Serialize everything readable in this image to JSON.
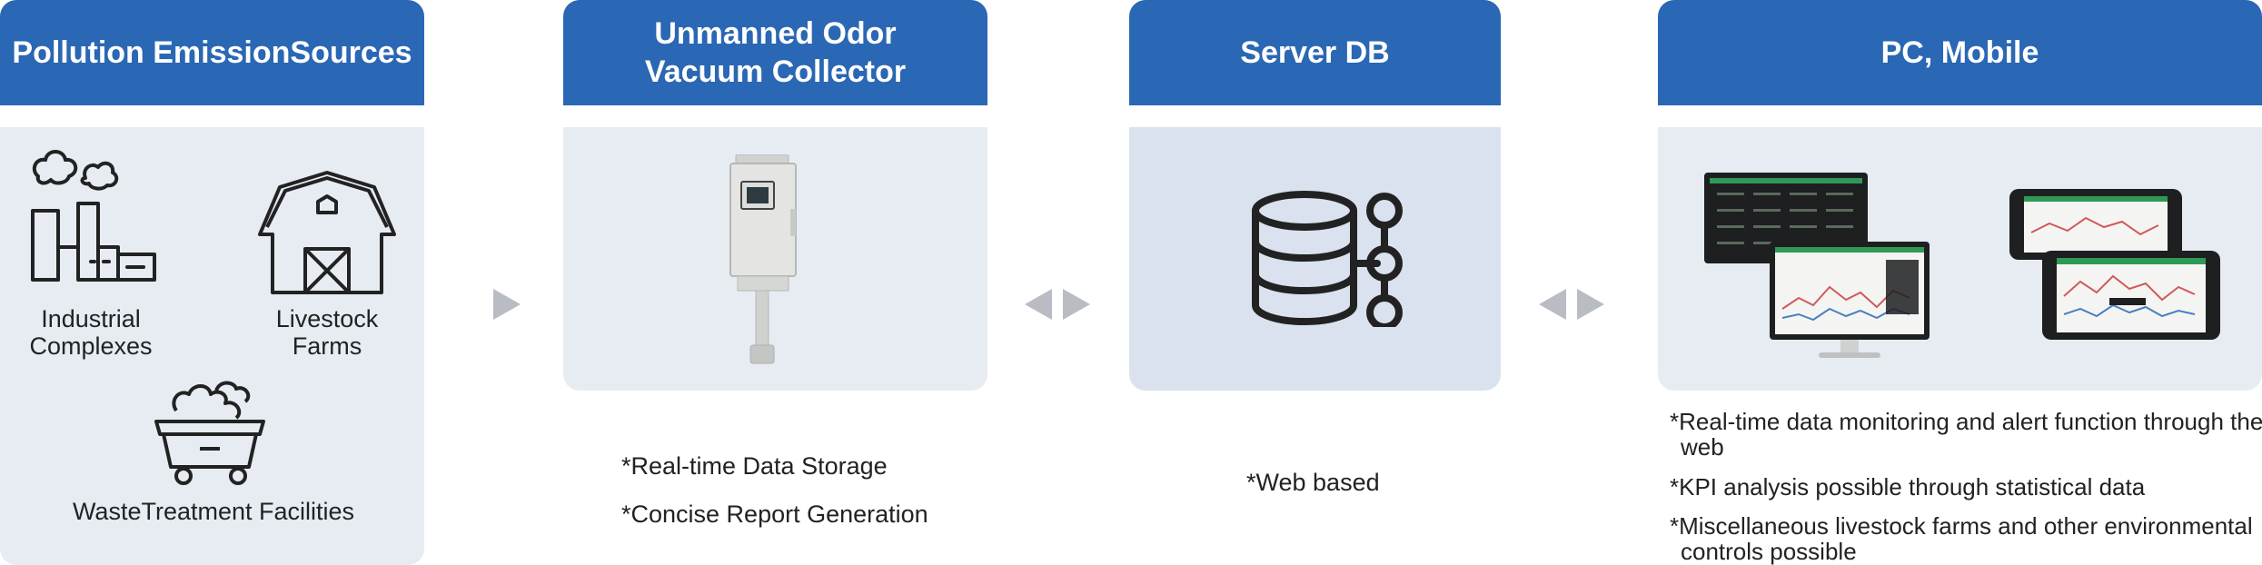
{
  "panels": {
    "sources": {
      "title": "Pollution EmissionSources",
      "items": {
        "industrial": "Industrial\nComplexes",
        "livestock": "Livestock\nFarms",
        "waste": "WasteTreatment Facilities"
      }
    },
    "collector": {
      "title_line1": "Unmanned Odor",
      "title_line2": "Vacuum Collector",
      "notes": [
        "*Real-time Data Storage",
        "*Concise Report Generation"
      ]
    },
    "server": {
      "title": "Server DB",
      "notes": [
        "*Web based"
      ]
    },
    "clients": {
      "title": "PC, Mobile",
      "notes": [
        "*Real-time data monitoring and alert function through the web",
        "*KPI analysis possible through statistical data",
        "*Miscellaneous livestock farms and other environmental controls possible"
      ]
    }
  },
  "colors": {
    "header": "#2a67b4",
    "panel_bg": "#e7ecf3",
    "server_bg": "#d9e2ee",
    "arrow": "#b9bdc3",
    "icon_stroke": "#222222"
  },
  "icons": [
    "factory-icon",
    "barn-icon",
    "waste-cart-icon",
    "database-icon",
    "collector-device-image",
    "monitor-image",
    "tablet-image"
  ]
}
